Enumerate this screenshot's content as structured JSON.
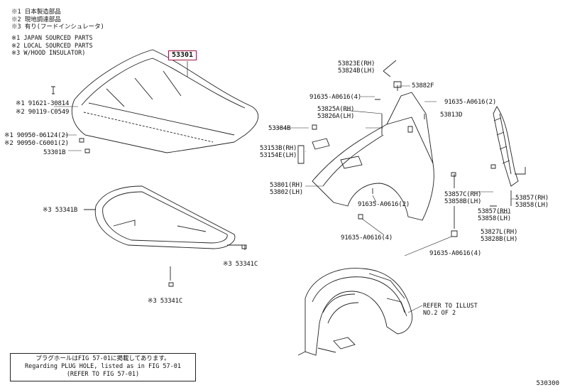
{
  "legend": [
    "※1 日本製造部品",
    "※2 現地調達部品",
    "※3 有り(フードインシュレータ)",
    "※1 JAPAN SOURCED PARTS",
    "※2 LOCAL SOURCED PARTS",
    "※3 W/HOOD INSULATOR)"
  ],
  "highlighted_part": "53301",
  "labels": {
    "p91621": "※1 91621-30814",
    "p90119": "※2 90119-C0549",
    "p90950a": "※1 90950-06124(2)",
    "p90950b": "※2 90950-C6001(2)",
    "p53301b": "53301B",
    "p53341b": "※3 53341B",
    "p53341c_a": "※3 53341C",
    "p53341c_b": "※3 53341C",
    "p53823e": "53823E(RH)",
    "p53824b": "53824B(LH)",
    "p53882f": "53882F",
    "p91635_top_l": "91635-A0616(4)",
    "p91635_top_r": "91635-A0616(2)",
    "p53825a": "53825A(RH)",
    "p53826a": "53826A(LH)",
    "p53813d": "53813D",
    "p53384b": "53384B",
    "p53153b": "53153B(RH)",
    "p53154e": "53154E(LH)",
    "p53801": "53801(RH)",
    "p53802": "53802(LH)",
    "p91635_mid": "91635-A0616(2)",
    "p91635_low": "91635-A0616(4)",
    "p91635_right": "91635-A0616(4)",
    "p53857c": "53857C(RH)",
    "p53858b": "53858B(LH)",
    "p53857_r": "53857(RH)",
    "p53858_r": "53858(LH)",
    "p53857_m": "53857(RH)",
    "p53858_m": "53858(LH)",
    "p53827l": "53827L(RH)",
    "p53828b": "53828B(LH)"
  },
  "refer_note": [
    "REFER TO ILLUST",
    "NO.2 OF 2"
  ],
  "note_box": [
    "プラグホールはFIG 57-01に掲載してあります。",
    "Regarding PLUG HOLE, listed as in FIG 57-01",
    "(REFER TO FIG 57-01)"
  ],
  "figure_code": "530300"
}
